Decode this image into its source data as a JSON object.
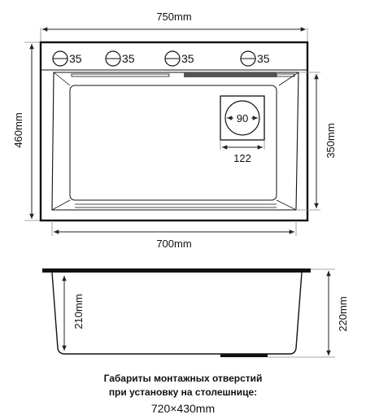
{
  "diagram": {
    "top_view": {
      "overall_width_label": "750mm",
      "overall_depth_label": "460mm",
      "bowl_depth_label": "350mm",
      "bowl_width_label": "700mm",
      "faucet_holes": [
        {
          "label": "35"
        },
        {
          "label": "35"
        },
        {
          "label": "35"
        },
        {
          "label": "35"
        }
      ],
      "drain": {
        "diameter_label": "90",
        "square_label": "122"
      }
    },
    "side_view": {
      "inner_depth_label": "210mm",
      "outer_height_label": "220mm"
    },
    "caption": {
      "line_1": "Габариты монтажных отверстий",
      "line_2": "при установку на столешнице:",
      "cutout_size": "720×430mm"
    }
  },
  "colors": {
    "outline": "#111111",
    "dimension": "#222222",
    "extension": "#8a8a8a",
    "background": "#ffffff"
  }
}
